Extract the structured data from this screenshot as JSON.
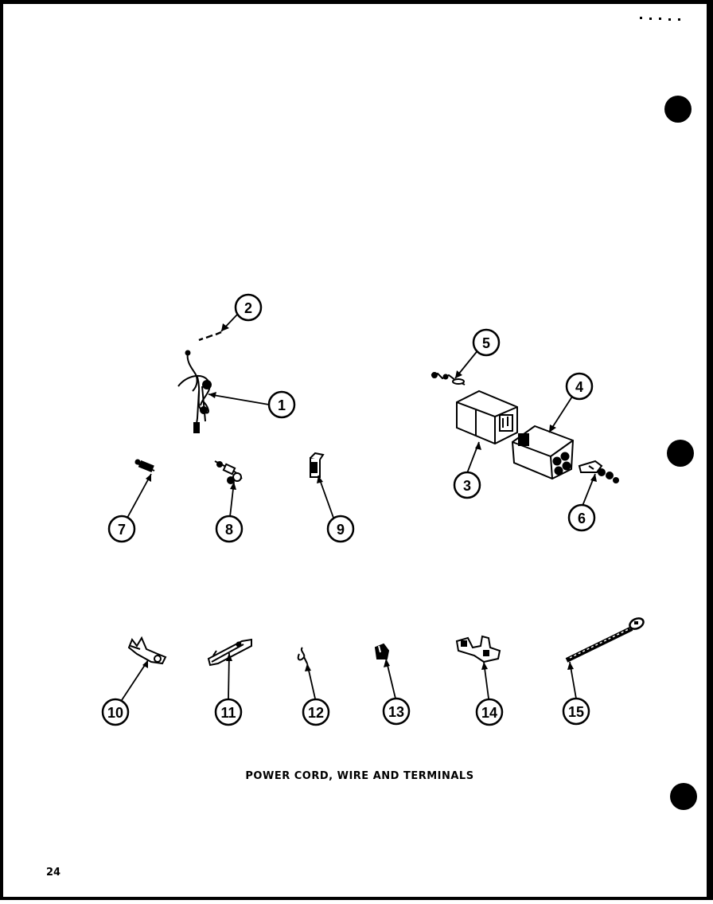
{
  "figure": {
    "caption": "POWER CORD, WIRE AND TERMINALS",
    "page_number": "24",
    "callouts": [
      "1",
      "2",
      "3",
      "4",
      "5",
      "6",
      "7",
      "8",
      "9",
      "10",
      "11",
      "12",
      "13",
      "14",
      "15"
    ]
  },
  "colors": {
    "ink": "#000000",
    "paper": "#ffffff"
  }
}
